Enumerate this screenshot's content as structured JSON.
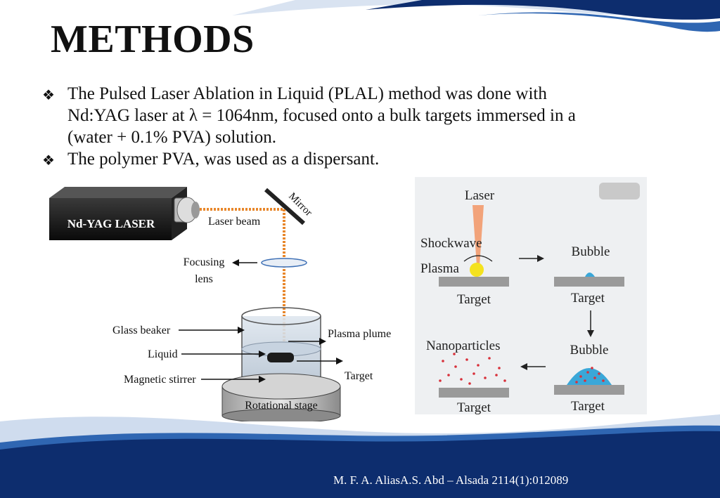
{
  "slide": {
    "title": "METHODS",
    "bullets": [
      {
        "icon": "diamond-bullet-icon",
        "line1": "The  Pulsed Laser Ablation in Liquid (PLAL) method was done with",
        "line2": "Nd:YAG laser at λ = 1064nm, focused onto a bulk targets immersed in  a",
        "line3": "(water + 0.1% PVA) solution."
      },
      {
        "icon": "diamond-bullet-icon",
        "line1": "The polymer PVA, was used as a dispersant."
      }
    ],
    "footer": "M. F. A. AliasA.S. Abd – Alsada 2114(1):012089"
  },
  "setup_diagram": {
    "laser_label": "Nd-YAG LASER",
    "mirror_label": "Mirror",
    "laser_beam_label": "Laser beam",
    "focusing_lens_label_1": "Focusing",
    "focusing_lens_label_2": "lens",
    "glass_beaker_label": "Glass beaker",
    "liquid_label": "Liquid",
    "magnetic_stirrer_label": "Magnetic stirrer",
    "plasma_plume_label": "Plasma plume",
    "target_label": "Target",
    "rotational_stage_label": "Rotational stage"
  },
  "process_panel": {
    "laser_label": "Laser",
    "shockwave_label": "Shockwave",
    "plasma_label": "Plasma",
    "target_label_1": "Target",
    "bubble_label_1": "Bubble",
    "target_label_2": "Target",
    "bubble_label_2": "Bubble",
    "target_label_3": "Target",
    "nanoparticles_label": "Nanoparticles",
    "target_label_4": "Target"
  },
  "colors": {
    "navy": "#0d2d6e",
    "beam": "#e8872b",
    "plasma": "#f4e21f",
    "bubble": "#3aa7d8",
    "particles": "#d8303a"
  }
}
